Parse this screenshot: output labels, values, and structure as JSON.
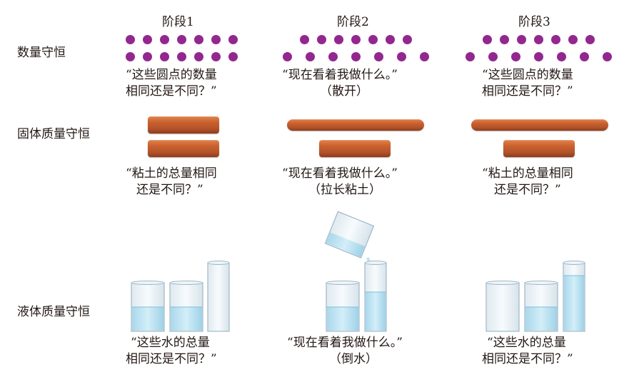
{
  "headers": {
    "stage1": "阶段1",
    "stage2": "阶段2",
    "stage3": "阶段3"
  },
  "rows": {
    "number": "数量守恒",
    "solid": "固体质量守恒",
    "liquid": "液体质量守恒"
  },
  "captions": {
    "number_s1_l1": "“这些圆点的数量",
    "number_s1_l2": "相同还是不同？”",
    "number_s2_l1": "“现在看着我做什么。”",
    "number_s2_l2": "（散开）",
    "number_s3_l1": "“这些圆点的数量",
    "number_s3_l2": "相同还是不同？”",
    "solid_s1_l1": "“粘土的总量相同",
    "solid_s1_l2": "还是不同？”",
    "solid_s2_l1": "“现在看着我做什么。”",
    "solid_s2_l2": "（拉长粘土）",
    "solid_s3_l1": "“粘土的总量相同",
    "solid_s3_l2": "还是不同？”",
    "liquid_s1_l1": "“这些水的总量",
    "liquid_s1_l2": "相同还是不同？”",
    "liquid_s2_l1": "“现在看着我做什么。”",
    "liquid_s2_l2": "（倒水）",
    "liquid_s3_l1": "“这些水的总量",
    "liquid_s3_l2": "相同还是不同？”"
  },
  "colors": {
    "dot": "#93278f",
    "water": "#bfe3f1",
    "glass": "#9fb8c8"
  }
}
